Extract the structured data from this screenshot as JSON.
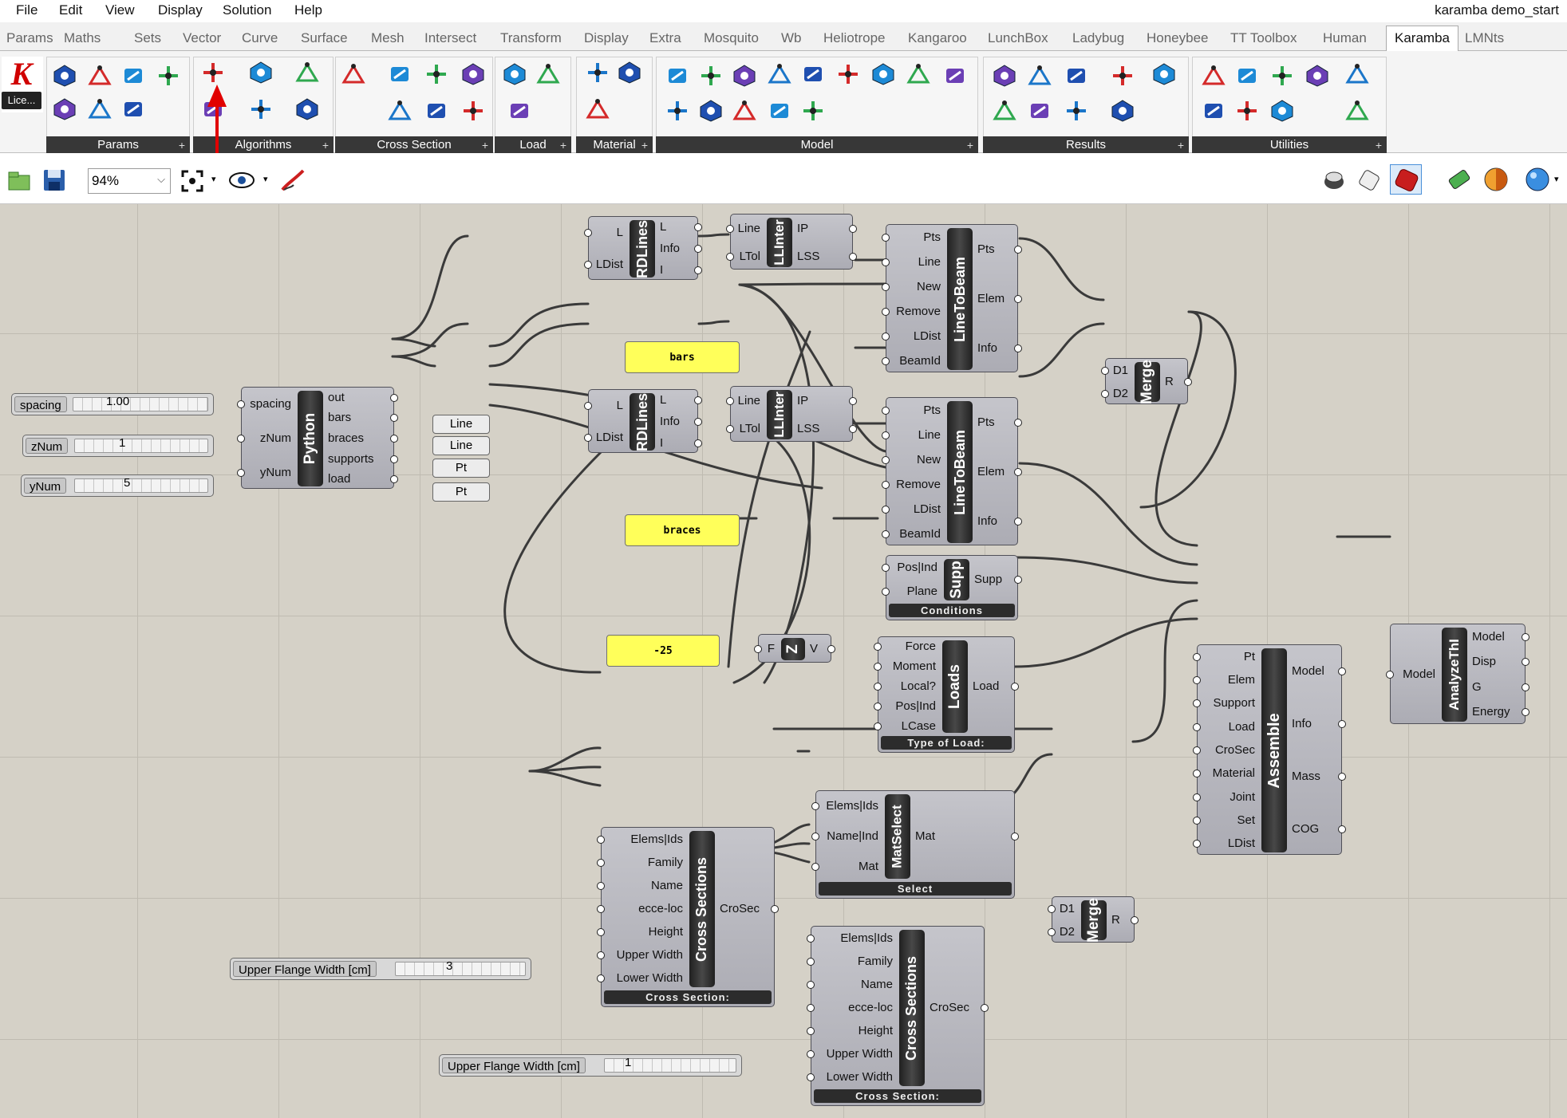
{
  "menu": [
    "File",
    "Edit",
    "View",
    "Display",
    "Solution",
    "Help"
  ],
  "window_title": "karamba demo_start",
  "tabs": [
    "Params",
    "Maths",
    "Sets",
    "Vector",
    "Curve",
    "Surface",
    "Mesh",
    "Intersect",
    "Transform",
    "Display",
    "Extra",
    "Mosquito",
    "Wb",
    "Heliotrope",
    "Kangaroo",
    "LunchBox",
    "Ladybug",
    "Honeybee",
    "TT Toolbox",
    "Human",
    "Karamba",
    "LMNts"
  ],
  "active_tab": "Karamba",
  "ribbon": {
    "license_label": "Lice...",
    "panels": [
      "Params",
      "Algorithms",
      "Cross Section",
      "Load",
      "Material",
      "Model",
      "Results",
      "Utilities"
    ]
  },
  "toolbar": {
    "zoom": "94%"
  },
  "sliders": {
    "spacing": {
      "name": "spacing",
      "value": "1.00"
    },
    "znum": {
      "name": "zNum",
      "value": "1"
    },
    "ynum": {
      "name": "yNum",
      "value": "5"
    },
    "flange1": {
      "name": "Upper Flange Width [cm]",
      "value": "3"
    },
    "flange2": {
      "name": "Upper Flange Width [cm]",
      "value": "1"
    }
  },
  "panels": {
    "bars": "bars",
    "braces": "braces",
    "neg25": "-25"
  },
  "params": {
    "line1": "Line",
    "line2": "Line",
    "pt1": "Pt",
    "pt2": "Pt"
  },
  "components": {
    "python": {
      "name": "Python",
      "inputs": [
        "spacing",
        "zNum",
        "yNum"
      ],
      "outputs": [
        "out",
        "bars",
        "braces",
        "supports",
        "load"
      ]
    },
    "rdlines1": {
      "name": "RDLines",
      "inputs": [
        "L",
        "LDist"
      ],
      "outputs": [
        "L",
        "Info",
        "I"
      ]
    },
    "rdlines2": {
      "name": "RDLines",
      "inputs": [
        "L",
        "LDist"
      ],
      "outputs": [
        "L",
        "Info",
        "I"
      ]
    },
    "llinter1": {
      "name": "LLInter",
      "inputs": [
        "Line",
        "LTol"
      ],
      "outputs": [
        "IP",
        "LSS"
      ]
    },
    "llinter2": {
      "name": "LLInter",
      "inputs": [
        "Line",
        "LTol"
      ],
      "outputs": [
        "IP",
        "LSS"
      ]
    },
    "ltb1": {
      "name": "LineToBeam",
      "inputs": [
        "Pts",
        "Line",
        "New",
        "Remove",
        "LDist",
        "BeamId"
      ],
      "outputs": [
        "Pts",
        "Elem",
        "Info"
      ]
    },
    "ltb2": {
      "name": "LineToBeam",
      "inputs": [
        "Pts",
        "Line",
        "New",
        "Remove",
        "LDist",
        "BeamId"
      ],
      "outputs": [
        "Pts",
        "Elem",
        "Info"
      ]
    },
    "merge1": {
      "name": "Merge",
      "inputs": [
        "D1",
        "D2"
      ],
      "outputs": [
        "R"
      ]
    },
    "merge2": {
      "name": "Merge",
      "inputs": [
        "D1",
        "D2"
      ],
      "outputs": [
        "R"
      ]
    },
    "supp": {
      "name": "Supp",
      "inputs": [
        "Pos|Ind",
        "Plane"
      ],
      "outputs": [
        "Supp"
      ],
      "footer": "Conditions"
    },
    "vecz": {
      "name": "Z",
      "inputs": [
        "F"
      ],
      "outputs": [
        "V"
      ]
    },
    "loads": {
      "name": "Loads",
      "inputs": [
        "Force",
        "Moment",
        "Local?",
        "Pos|Ind",
        "LCase"
      ],
      "outputs": [
        "Load"
      ],
      "footer": "Type of Load:"
    },
    "matselect": {
      "name": "MatSelect",
      "inputs": [
        "Elems|Ids",
        "Name|Ind",
        "Mat"
      ],
      "outputs": [
        "Mat"
      ],
      "footer": "Select"
    },
    "cs1": {
      "name": "Cross Sections",
      "inputs": [
        "Elems|Ids",
        "Family",
        "Name",
        "ecce-loc",
        "Height",
        "Upper Width",
        "Lower Width"
      ],
      "outputs": [
        "CroSec"
      ],
      "footer": "Cross Section:"
    },
    "cs2": {
      "name": "Cross Sections",
      "inputs": [
        "Elems|Ids",
        "Family",
        "Name",
        "ecce-loc",
        "Height",
        "Upper Width",
        "Lower Width"
      ],
      "outputs": [
        "CroSec"
      ],
      "footer": "Cross Section:"
    },
    "assemble": {
      "name": "Assemble",
      "inputs": [
        "Pt",
        "Elem",
        "Support",
        "Load",
        "CroSec",
        "Material",
        "Joint",
        "Set",
        "LDist"
      ],
      "outputs": [
        "Model",
        "Info",
        "Mass",
        "COG"
      ]
    },
    "analyze": {
      "name": "AnalyzeThI",
      "inputs": [
        "Model"
      ],
      "outputs": [
        "Model",
        "Disp",
        "G",
        "Energy"
      ]
    }
  }
}
